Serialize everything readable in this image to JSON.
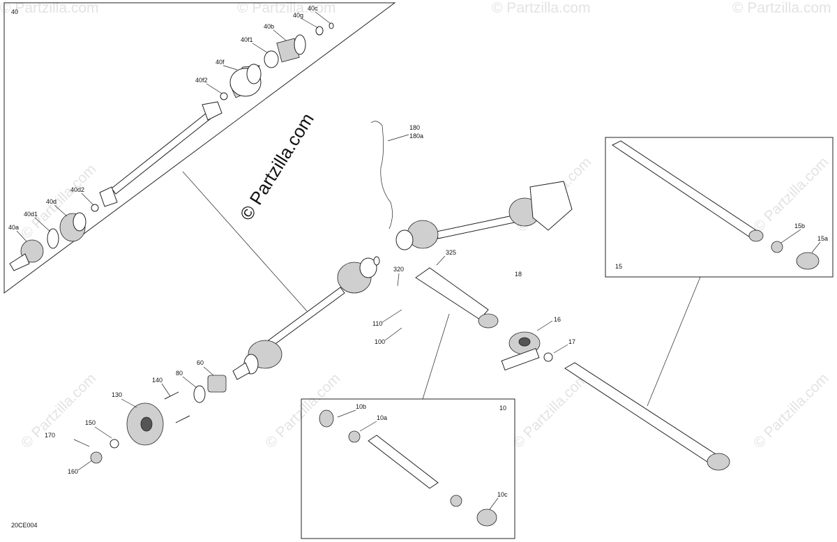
{
  "diagram_code": "20CE004",
  "watermark_main": "© Partzilla.com",
  "watermark_faint": "© Partzilla.com",
  "panels": {
    "p40": "40",
    "p15": "15",
    "p10": "10"
  },
  "callouts": {
    "c40c": "40c",
    "c40g": "40g",
    "c40b": "40b",
    "c40f1": "40f1",
    "c40f": "40f",
    "c40f2": "40f2",
    "c40d2": "40d2",
    "c40d": "40d",
    "c40d1": "40d1",
    "c40a": "40a",
    "c180": "180",
    "c180a": "180a",
    "c325": "325",
    "c320": "320",
    "c110": "110",
    "c100": "100",
    "c18": "18",
    "c16": "16",
    "c17": "17",
    "c15b": "15b",
    "c15a": "15a",
    "c140": "140",
    "c80": "80",
    "c60": "60",
    "c130": "130",
    "c150": "150",
    "c170": "170",
    "c160": "160",
    "c10b": "10b",
    "c10a": "10a",
    "c10c": "10c"
  }
}
